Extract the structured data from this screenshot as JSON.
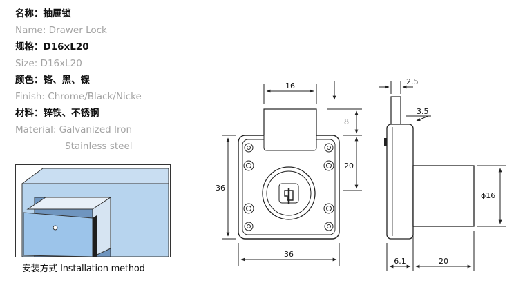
{
  "spec": {
    "name_cn": "名称：抽屉锁",
    "name_en": "Name: Drawer Lock",
    "size_cn": "规格：D16xL20",
    "size_en": "Size: D16xL20",
    "color_cn": "颜色：铬、黑、镍",
    "finish_en": "Finish: Chrome/Black/Nicke",
    "material_cn": "材料：锌铁、不锈钢",
    "material_en_1": "Material: Galvanized Iron",
    "material_en_2": "Stainless steel"
  },
  "installation": {
    "caption": "安装方式 Installation method"
  },
  "front_view": {
    "top_width": "16",
    "top_height": "8",
    "inner_height": "20",
    "body_height": "36",
    "body_width": "36"
  },
  "side_view": {
    "thickness_top": "2.5",
    "step": "3.5",
    "diameter": "ϕ16",
    "flange": "6.1",
    "length": "20"
  },
  "colors": {
    "line": "#222222",
    "en_text": "#a3a3a3",
    "cabinet_blue": "#b7d4ee",
    "drawer_blue": "#9cc4ea"
  }
}
